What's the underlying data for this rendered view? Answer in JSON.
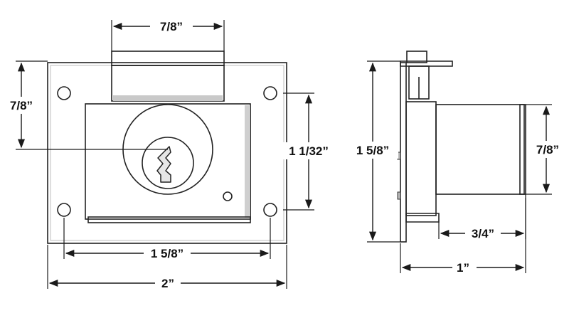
{
  "front_view": {
    "dimensions": {
      "bolt_width": "7/8”",
      "height_to_keyhole": "7/8”",
      "hole_spacing_vertical": "1 1/32”",
      "hole_spacing_horizontal": "1 5/8”",
      "overall_width": "2”"
    }
  },
  "side_view": {
    "dimensions": {
      "overall_height": "1 5/8”",
      "cylinder_diameter": "7/8”",
      "cylinder_length": "3/4”",
      "overall_depth": "1”"
    }
  },
  "colors": {
    "metal_light": "#f4f4f4",
    "metal_mid": "#d9d9d9",
    "metal_dark": "#9a9a9a",
    "line": "#1a1a1a"
  }
}
